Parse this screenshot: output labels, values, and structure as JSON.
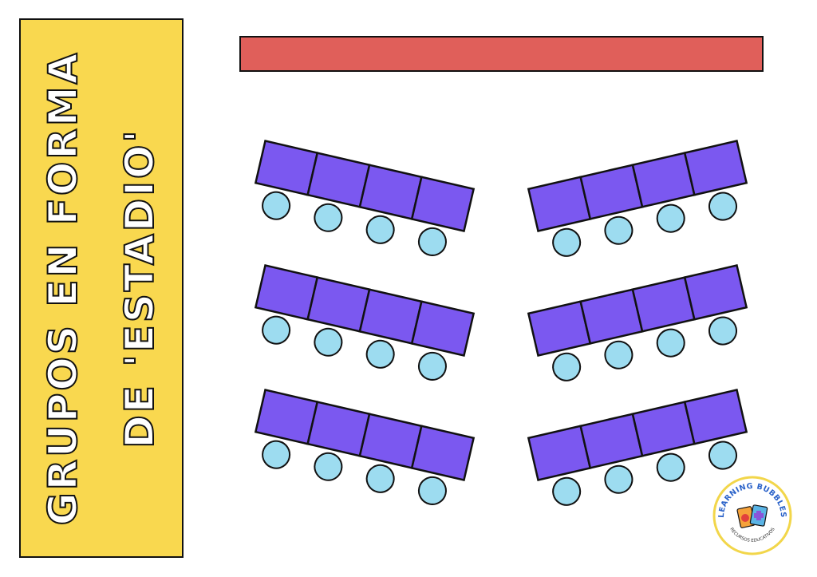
{
  "title": {
    "line1": "GRUPOS EN FORMA",
    "line2": "DE 'ESTADIO'"
  },
  "colors": {
    "title_bg": "#f9d84f",
    "board": "#e05f5a",
    "desk": "#7b58f0",
    "chair": "#9ddcf0",
    "outline": "#111111"
  },
  "classroom": {
    "groups": [
      {
        "side": "left",
        "desks": 4,
        "chairs": 4
      },
      {
        "side": "right",
        "desks": 4,
        "chairs": 4
      },
      {
        "side": "left",
        "desks": 4,
        "chairs": 4
      },
      {
        "side": "right",
        "desks": 4,
        "chairs": 4
      },
      {
        "side": "left",
        "desks": 4,
        "chairs": 4
      },
      {
        "side": "right",
        "desks": 4,
        "chairs": 4
      }
    ]
  },
  "logo": {
    "brand": "LEARNING BUBBLES",
    "tagline": "RECURSOS EDUCATIVOS"
  }
}
